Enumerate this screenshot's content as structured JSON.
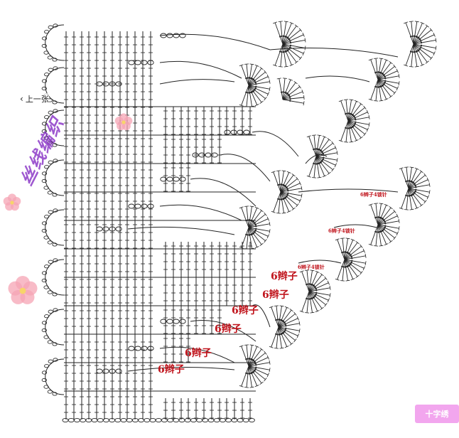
{
  "nav": {
    "prev_label": "上一张"
  },
  "watermark": {
    "text": "丝线编织"
  },
  "stamp": {
    "text": "十字绣"
  },
  "annotations": {
    "big_label": "6辫子",
    "small_label": "6辫子4锁针"
  },
  "colors": {
    "line": "#222222",
    "annotation": "#c0141c",
    "watermark": "#8e3cc8",
    "flower": "#f5a4b4",
    "stamp": "#f2a6ee"
  }
}
